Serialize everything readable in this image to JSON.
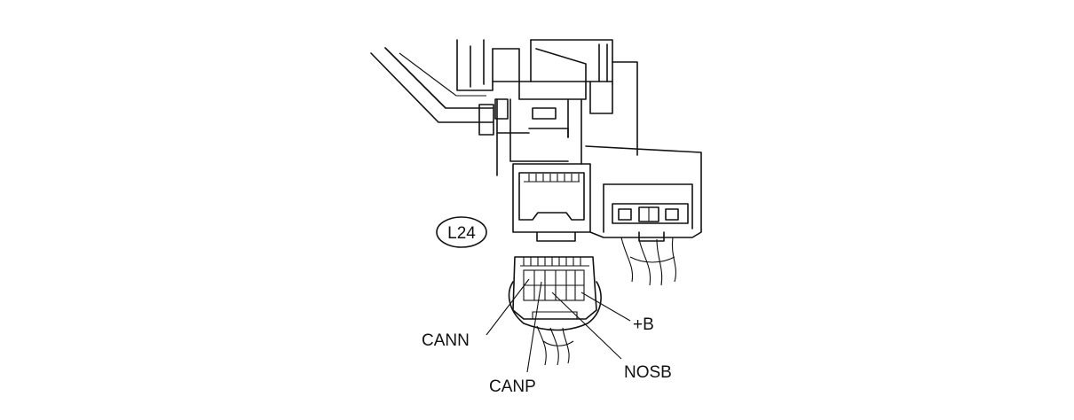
{
  "connector": {
    "id": "L24"
  },
  "pins": {
    "cann": "CANN",
    "canp": "CANP",
    "nosb": "NOSB",
    "b_plus": "+B"
  }
}
